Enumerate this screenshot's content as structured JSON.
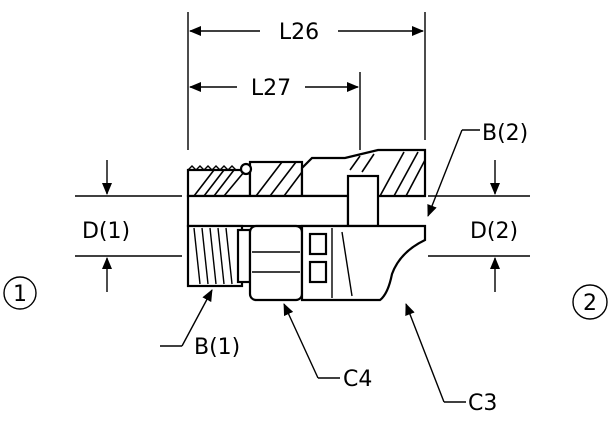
{
  "labels": {
    "l26": "L26",
    "l27": "L27",
    "b1": "B(1)",
    "b2": "B(2)",
    "d1": "D(1)",
    "d2": "D(2)",
    "c3": "C3",
    "c4": "C4",
    "end1": "1",
    "end2": "2"
  }
}
